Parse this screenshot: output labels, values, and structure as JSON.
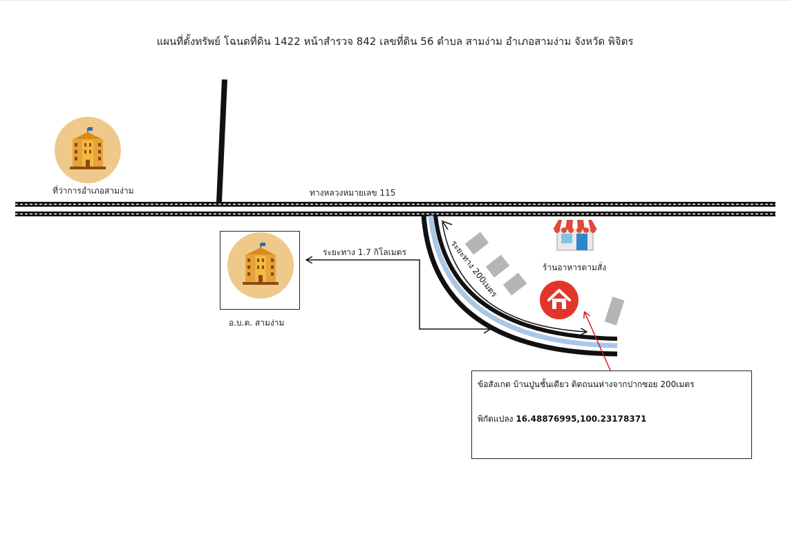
{
  "title": "แผนที่ตั้งทรัพย์ โฉนดที่ดิน 1422 หน้าสำรวจ 842 เลขที่ดิน 56 ตำบล สามง่าม อำเภอสามง่าม จังหวัด พิจิตร",
  "labels": {
    "district_office": "ที่ว่าการอำเภอสามง่าม",
    "highway": "ทางหลวงหมายเลข 115",
    "distance_to_tambon": "ระยะทาง 1.7 กิโลเมตร",
    "tambon_office": "อ.บ.ต. สามง่าม",
    "restaurant": "ร้านอาหารตามสั่ง",
    "curve_distance": "ระยะทาง 200เมตร"
  },
  "note": {
    "observation": "ข้อสังเกต บ้านปูนชั้นเดียว ติดถนนห่างจากปากซอย 200เมตร",
    "coord_label": "พิกัดแปลง",
    "coord_value": "16.48876995,100.23178371"
  },
  "icons": [
    "government-building-icon",
    "government-building-icon",
    "shop-icon",
    "house-pin-icon",
    "grey-building-block"
  ],
  "colors": {
    "icon_circle": "#efc98a",
    "house_circle": "#e2362b",
    "canal_blue": "#a9c7e6",
    "marker_red": "#d51c24",
    "building_grey": "#b5b5b5"
  }
}
